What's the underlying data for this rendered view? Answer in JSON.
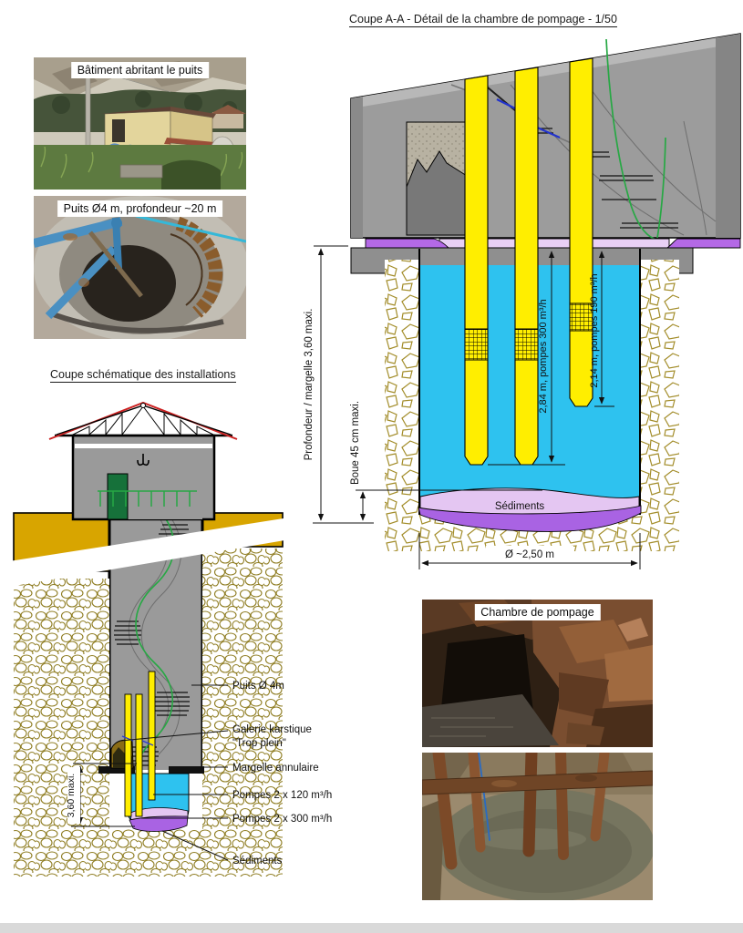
{
  "page": {
    "section_title": "Coupe A-A - Détail de la chambre de pompage - 1/50",
    "schematic_title": "Coupe schématique des installations"
  },
  "photos": {
    "building_caption": "Bâtiment abritant le puits",
    "well_caption": "Puits Ø4 m, profondeur ~20 m",
    "chamber_caption": "Chambre de pompage"
  },
  "section_aa": {
    "dim_depth": "Profondeur / margelle  3,60 maxi.",
    "dim_mud": "Boue 45 cm maxi.",
    "dim_pumps_300": "2,84 m, pompes 300 m³/h",
    "dim_pumps_190": "2,14 m, pompes 190 m³/h",
    "sediments_label": "Sédiments",
    "diameter_label": "Ø ~2,50 m"
  },
  "schematic": {
    "dim_depth": "3,60 maxi.",
    "label_well": "Puits Ø 4m",
    "label_gallery_line1": "Galerie karstique",
    "label_gallery_line2": "\"Trop plein\"",
    "label_curb": "Margelle annulaire",
    "label_pumps_120": "Pompes 2 x 120 m³/h",
    "label_pumps_300": "Pompes 2 x 300 m³/h",
    "label_sediments": "Sédiments"
  },
  "colors": {
    "water_cyan": "#2ec2ef",
    "pipe_yellow": "#ffee00",
    "sediment_light": "#e4c6f2",
    "sediment_dark": "#a963e3",
    "margelle_purple": "#b469e6",
    "karst_olive": "#a38d2a",
    "ground_ochre": "#d8a500",
    "railing_green": "#27a844",
    "roof_red": "#cc2222",
    "concrete_gray": "#9c9c9c"
  }
}
